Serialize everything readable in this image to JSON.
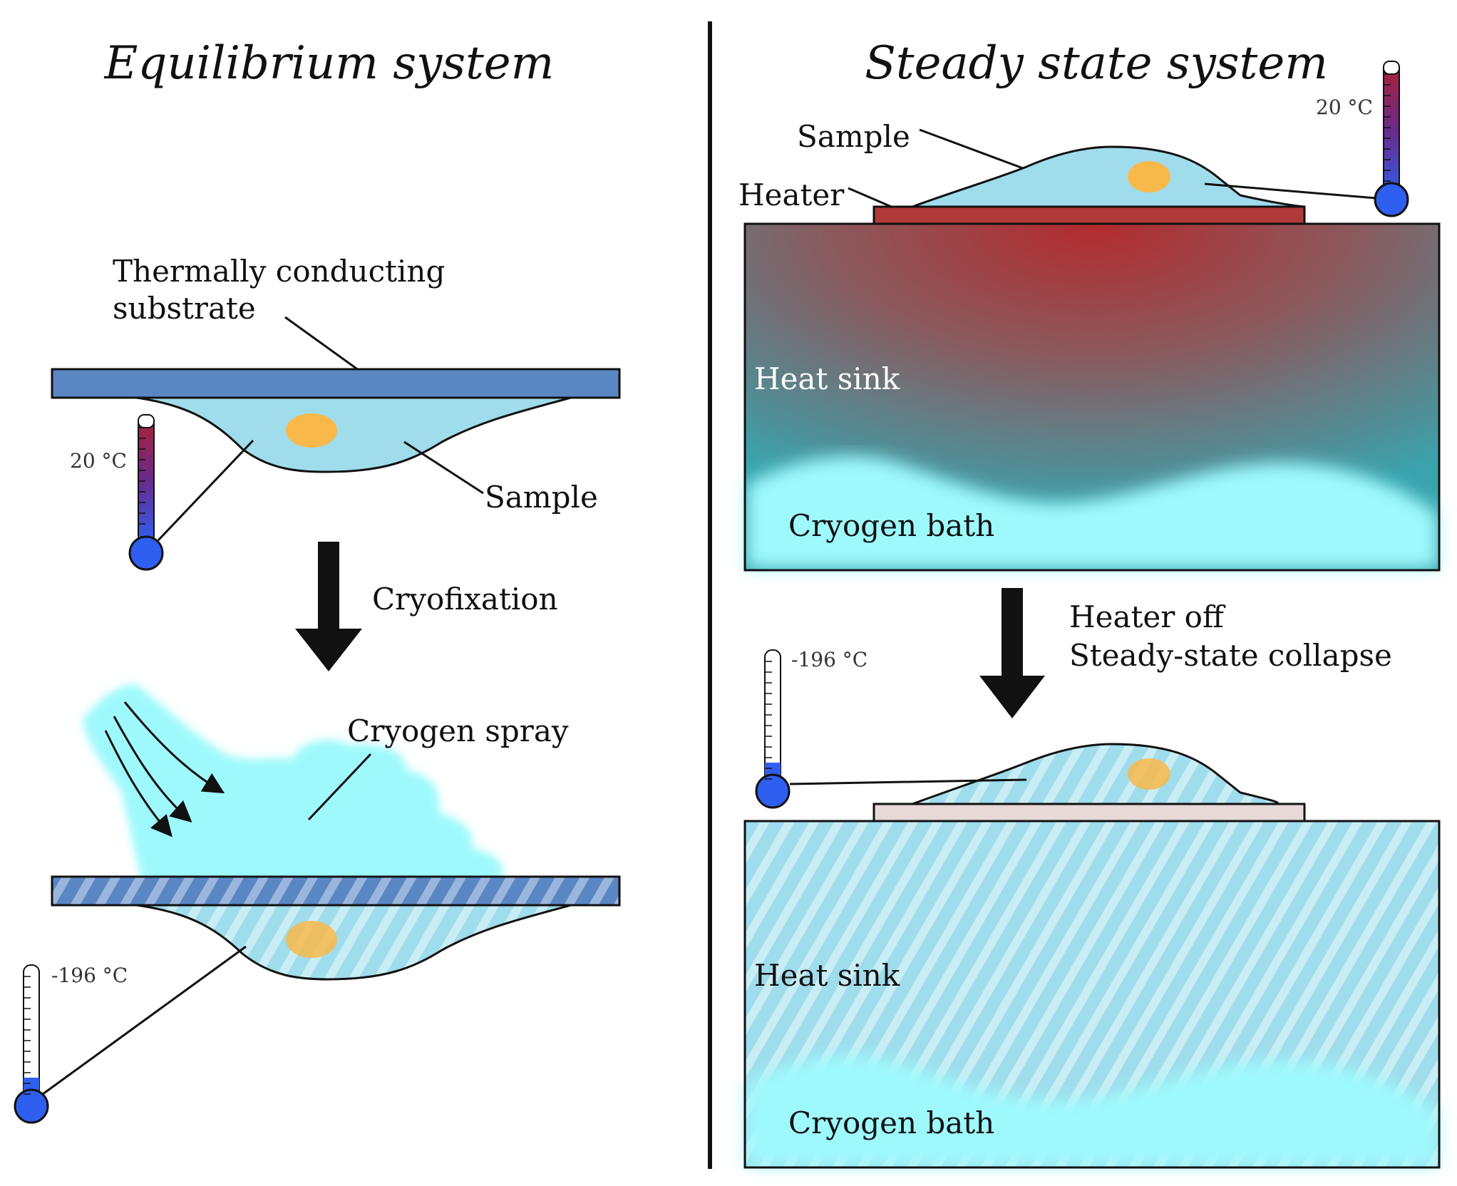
{
  "left": {
    "title": "Equilibrium system",
    "substrate_label_line1": "Thermally conducting",
    "substrate_label_line2": "substrate",
    "sample_label": "Sample",
    "arrow_label": "Cryofixation",
    "spray_label": "Cryogen spray",
    "temp_before": "20 °C",
    "temp_after": "-196 °C"
  },
  "right": {
    "title": "Steady state system",
    "sample_label": "Sample",
    "heater_label": "Heater",
    "heat_sink_label": "Heat sink",
    "cryogen_label": "Cryogen bath",
    "arrow_label_line1": "Heater off",
    "arrow_label_line2": "Steady-state collapse",
    "temp_before": "20 °C",
    "temp_after": "-196 °C",
    "heat_sink_label_after": "Heat sink",
    "cryogen_label_after": "Cryogen bath"
  },
  "colors": {
    "sample": "#9fdcec",
    "cell": "#f9b84a",
    "substrate": "#5a86c4",
    "cryogen": "#9ef9fc",
    "heater": "#b0393a",
    "heatsink_teal": "#3aa3ad",
    "thermo_blue": "#2f5ff0",
    "thermo_red": "#b02030"
  }
}
